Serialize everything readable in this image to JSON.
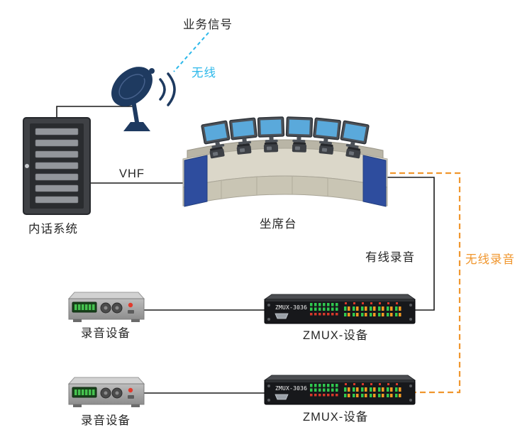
{
  "diagram": {
    "labels": {
      "business_signal": "业务信号",
      "wireless": "无线",
      "vhf": "VHF",
      "intercom_system": "内话系统",
      "console": "坐席台",
      "wired_recording": "有线录音",
      "wireless_recording": "无线录音",
      "recorder": "录音设备",
      "zmux": "ZMUX-设备",
      "zmux_model": "ZMUX-3036"
    },
    "colors": {
      "wireless_link": "#2cb8ea",
      "wireless_recording_link": "#f0962d",
      "wired_link": "#1a1a1a",
      "satellite_navy": "#1e3a60",
      "console_side_blue": "#2e4d9e",
      "console_desk_beige": "#dbd7c9",
      "monitor_screen_blue": "#5aa9db",
      "device_panel_black": "#17181b"
    },
    "nodes": [
      {
        "id": "satellite",
        "type": "satellite-antenna"
      },
      {
        "id": "intercom",
        "type": "server-cabinet",
        "label": "内话系统"
      },
      {
        "id": "console",
        "type": "operator-console",
        "label": "坐席台"
      },
      {
        "id": "recorder-1",
        "type": "audio-recorder",
        "label": "录音设备"
      },
      {
        "id": "recorder-2",
        "type": "audio-recorder",
        "label": "录音设备"
      },
      {
        "id": "zmux-1",
        "type": "multiplexer",
        "model": "ZMUX-3036",
        "label": "ZMUX-设备"
      },
      {
        "id": "zmux-2",
        "type": "multiplexer",
        "model": "ZMUX-3036",
        "label": "ZMUX-设备"
      }
    ],
    "connections": [
      {
        "from": "业务信号",
        "to": "satellite",
        "style": "dashed-cyan",
        "label": "无线"
      },
      {
        "from": "satellite",
        "to": "intercom",
        "style": "solid"
      },
      {
        "from": "intercom",
        "to": "console",
        "style": "solid",
        "label": "VHF"
      },
      {
        "from": "console",
        "to": "zmux-1",
        "style": "solid",
        "label": "有线录音"
      },
      {
        "from": "console",
        "to": "zmux-2",
        "style": "dashed-orange",
        "label": "无线录音"
      },
      {
        "from": "recorder-1",
        "to": "zmux-1",
        "style": "solid"
      },
      {
        "from": "recorder-2",
        "to": "zmux-2",
        "style": "solid"
      }
    ]
  }
}
